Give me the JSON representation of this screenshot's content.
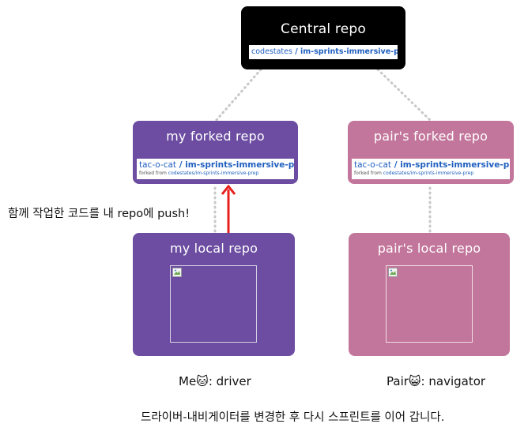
{
  "central": {
    "title": "Central repo",
    "owner": "codestates",
    "separator": " / ",
    "repo": "im-sprints-immersive-prep"
  },
  "my_fork": {
    "title": "my forked repo",
    "owner": "tac-o-cat",
    "separator": " / ",
    "repo": "im-sprints-immersive-prep",
    "forked_prefix": "forked from ",
    "forked_from": "codestates/im-sprints-immersive-prep"
  },
  "pair_fork": {
    "title": "pair's forked repo",
    "owner": "tac-o-cat",
    "separator": " / ",
    "repo": "im-sprints-immersive-prep",
    "forked_prefix": "forked from ",
    "forked_from": "codestates/im-sprints-immersive-prep"
  },
  "my_local": {
    "title": "my local repo"
  },
  "pair_local": {
    "title": "pair's local repo"
  },
  "push_note": "함께 작업한 코드를 내 repo에 push!",
  "me": {
    "name": "Me",
    "emoji": "🐱",
    "role": ": driver"
  },
  "pair": {
    "name": "Pair",
    "emoji": "😺",
    "role": ": navigator"
  },
  "switch_note": "드라이버-내비게이터를 변경한 후 다시 스프린트를 이어 갑니다.",
  "colors": {
    "central": "#000000",
    "mine": "#6c4da1",
    "pair": "#c3769b",
    "link": "#1f5fbf",
    "arrow": "#e8201e",
    "connector": "#c8c8c8"
  }
}
